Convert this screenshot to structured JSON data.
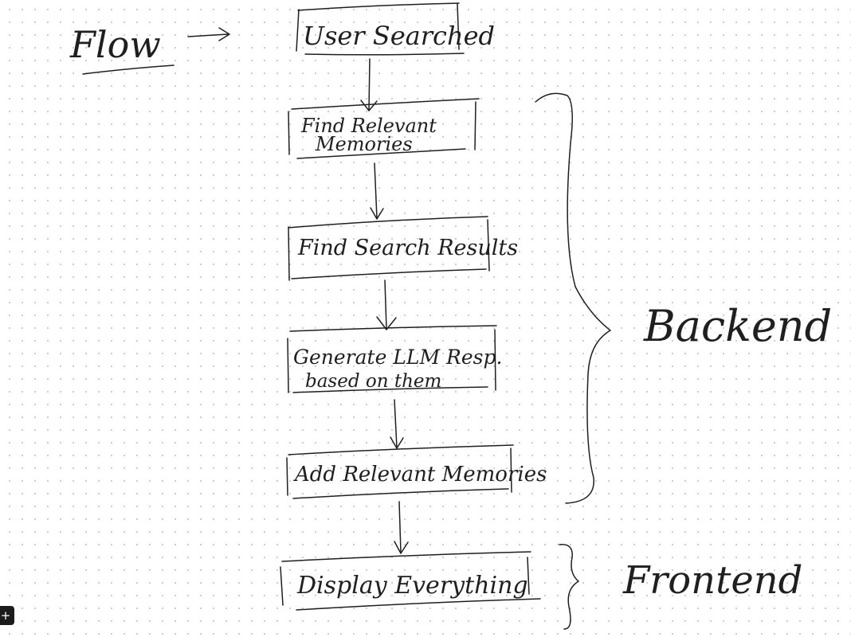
{
  "diagram": {
    "title": "Flow",
    "steps": [
      {
        "lines": [
          "User Searched"
        ]
      },
      {
        "lines": [
          "Find Relevant",
          "Memories"
        ]
      },
      {
        "lines": [
          "Find Search Results"
        ]
      },
      {
        "lines": [
          "Generate LLM Resp.",
          "based on them"
        ]
      },
      {
        "lines": [
          "Add Relevant Memories"
        ]
      },
      {
        "lines": [
          "Display Everything"
        ]
      }
    ],
    "groups": [
      {
        "label": "Backend"
      },
      {
        "label": "Frontend"
      }
    ]
  },
  "toolbar": {
    "add_icon": "plus-icon",
    "add_glyph": "+"
  }
}
